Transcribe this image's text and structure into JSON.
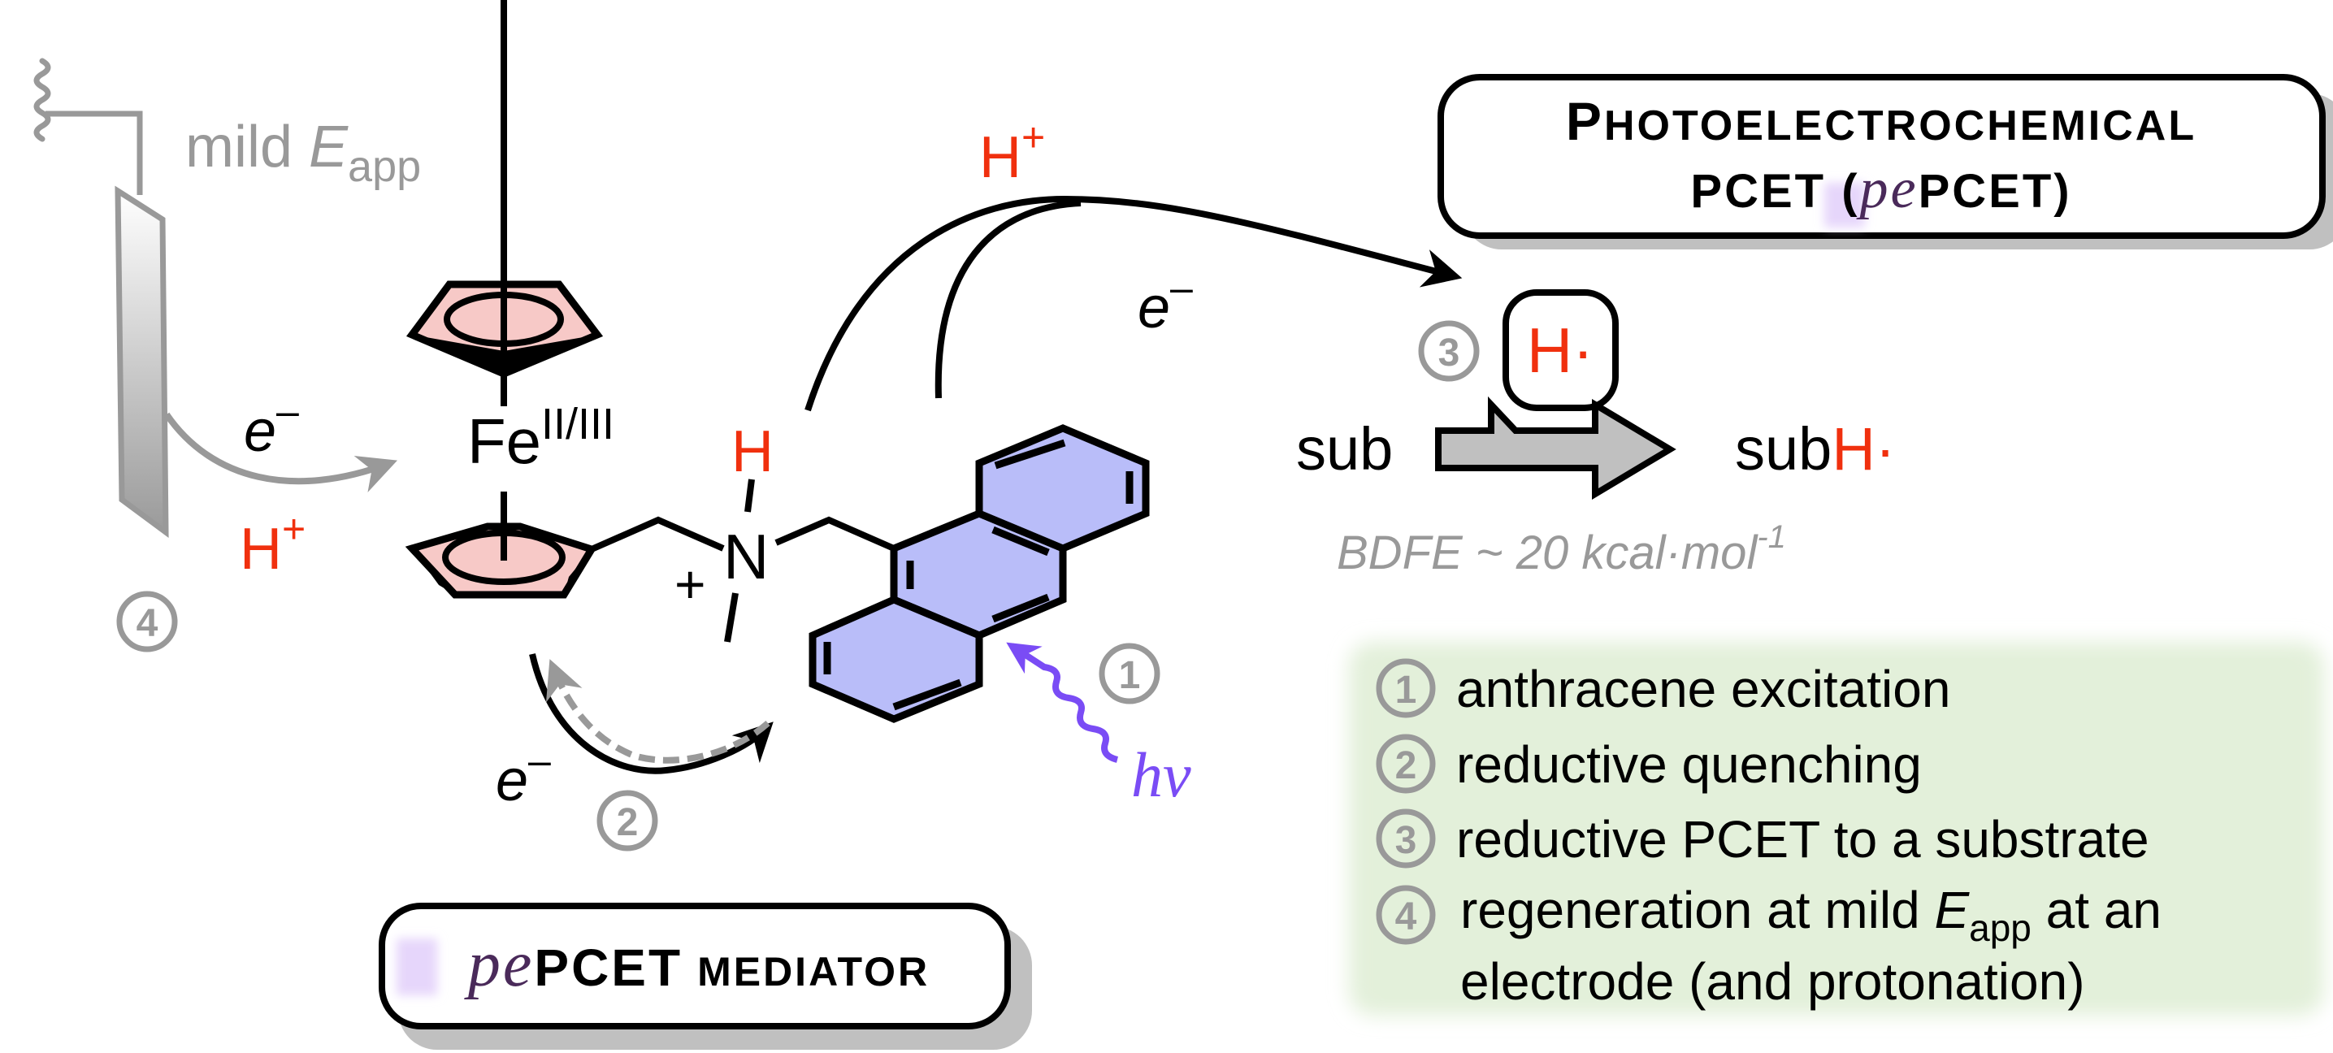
{
  "colors": {
    "red": "#f0300e",
    "gray": "#999999",
    "purple": "#7a4cf5",
    "black": "#000000",
    "cp_fill": "#f7c9c7",
    "anthracene_fill": "#b9bdf9",
    "legend_bg": "#e3f0da",
    "pe_text": "#4a2a5a",
    "pe_highlight": "#e6d6fb",
    "shadow": "#c0c0c0",
    "arrow_fill": "#c0c0c0"
  },
  "electrode": {
    "label_main": "mild ",
    "label_E": "E",
    "label_sub": "app",
    "step": "4"
  },
  "electrode_arrow": {
    "electron_e": "e",
    "electron_sup": "–",
    "proton_H": "H",
    "proton_sup": "+"
  },
  "ferrocene": {
    "metal": "Fe",
    "oxidation_states": "II/III"
  },
  "amine": {
    "N": "N",
    "H": "H",
    "charge": "+"
  },
  "quenching": {
    "electron_e": "e",
    "electron_sup": "–",
    "step": "2"
  },
  "excitation": {
    "h": "h",
    "nu": "ν",
    "step": "1"
  },
  "transfer": {
    "proton_H": "H",
    "proton_sup": "+",
    "electron_e": "e",
    "electron_sup": "–"
  },
  "title_box": {
    "line1_big1": "P",
    "line1_small1": "HOTOELECTROCHEMICAL",
    "line2_pre": "PCET (",
    "line2_pe": "pe",
    "line2_post": "PCET)"
  },
  "reaction": {
    "step": "3",
    "h_atom": "H·",
    "substrate": "sub",
    "product_sub": "sub",
    "product_H": "H·",
    "bdfe": "BDFE ~ 20 kcal·mol",
    "bdfe_sup": "-1"
  },
  "legend": {
    "items": [
      {
        "num": "1",
        "text": "anthracene excitation"
      },
      {
        "num": "2",
        "text": "reductive quenching"
      },
      {
        "num": "3",
        "text": "reductive PCET to a substrate"
      },
      {
        "num": "4",
        "text_pre": "regeneration at mild ",
        "text_E": "E",
        "text_sub": "app",
        "text_post": " at an",
        "text_line2": "electrode (and protonation)"
      }
    ]
  },
  "mediator_box": {
    "pe": "pe",
    "pcet": "PCET",
    "mediator": "MEDIATOR"
  }
}
